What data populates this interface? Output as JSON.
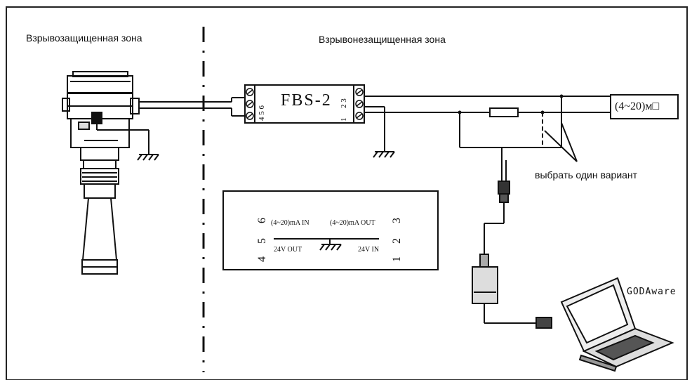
{
  "zones": {
    "explosion_proof": "Взрывозащищенная зона",
    "non_explosion_proof": "Взрывонезащищенная зона"
  },
  "barrier": {
    "name": "FBS-2",
    "left_terminals": "4 5 6",
    "right_terminals_top": "2 3",
    "right_terminals_bottom": "1"
  },
  "output_box": {
    "label": "(4~20)м□"
  },
  "choose_option": "выбрать один вариант",
  "terminal_detail": {
    "pin6": "6",
    "pin5": "5",
    "pin4": "4",
    "pin3": "3",
    "pin2": "2",
    "pin1": "1",
    "in_label": "(4~20)mA IN",
    "out_label": "(4~20)mA OUT",
    "v24_out": "24V OUT",
    "v24_in": "24V IN"
  },
  "software": "GODAware"
}
